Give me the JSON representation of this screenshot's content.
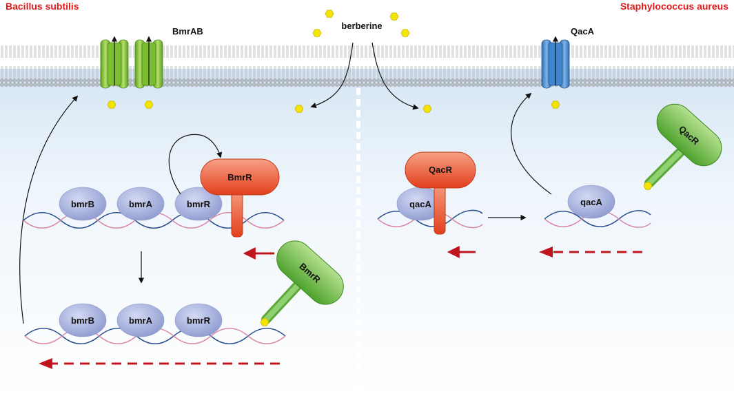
{
  "titles": {
    "left": "Bacillus subtilis",
    "right": "Staphylococcus aureus"
  },
  "membrane": {
    "bmrab_label": "BmrAB",
    "berberine_label": "berberine",
    "qaca_label": "QacA"
  },
  "left_panel": {
    "dna1_genes": [
      "bmrB",
      "bmrA",
      "bmrR"
    ],
    "dna2_genes": [
      "bmrB",
      "bmrA",
      "bmrR"
    ],
    "repressor_bound": "BmrR",
    "activator_bound": "BmrR"
  },
  "right_panel": {
    "dna1_gene": "qacA",
    "dna2_gene": "qacA",
    "repressor_bound": "QacR",
    "released_repressor": "QacR"
  },
  "colors": {
    "title_red": "#e01b1b",
    "bmr_pump": "#8cc63f",
    "qac_pump": "#4a90d9",
    "repressor_red": "#f26a3c",
    "activator_green": "#7cc560",
    "gene_oval": "#a9b3dd",
    "ligand_yellow": "#f4e400",
    "arrow_red": "#c0141e",
    "cytoplasm": "#e7f1fa"
  },
  "icons": [
    "berberine-molecule-icon",
    "membrane-transporter-icon"
  ]
}
